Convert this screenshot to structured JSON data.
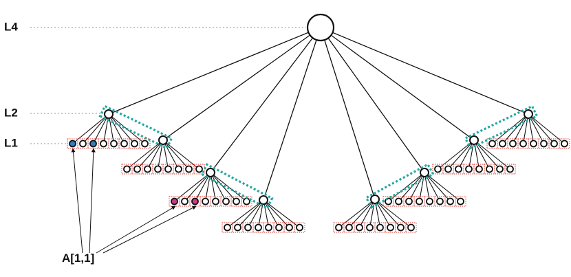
{
  "levels": {
    "l4": "L4",
    "l2": "L2",
    "l1": "L1"
  },
  "annotation": "A[1,1]",
  "colors": {
    "edge": "#111111",
    "leader": "#b5b5b5",
    "node_stroke": "#111111",
    "node_fill": "#ffffff",
    "leaf_box": "#e0312b",
    "group_outline": "#20a8a0",
    "highlight_blue": "#2f7fc0",
    "highlight_pink": "#c83a86"
  }
}
